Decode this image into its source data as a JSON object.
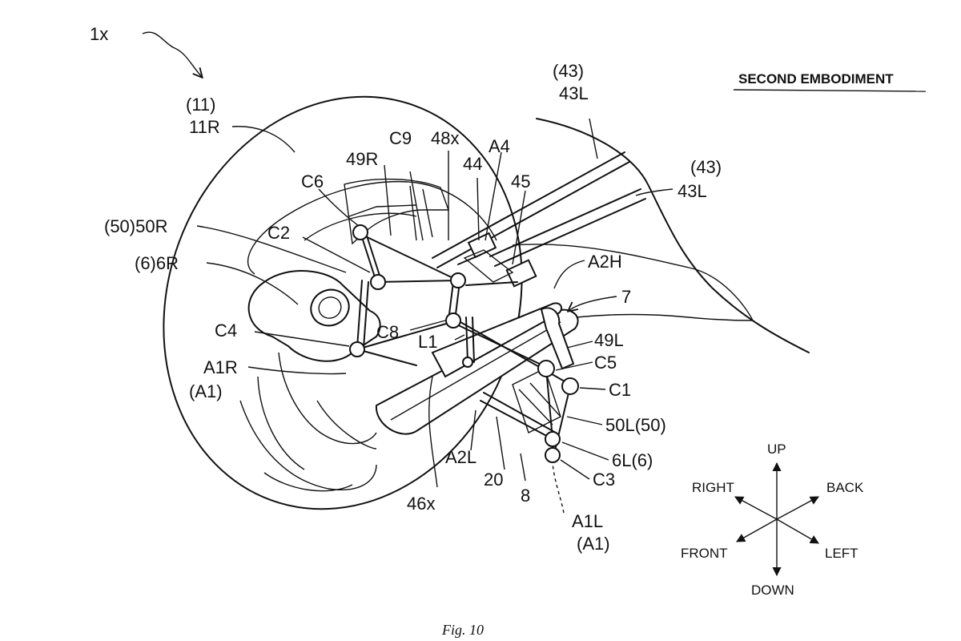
{
  "figure": {
    "caption": "Fig. 10",
    "heading": "SECOND EMBODIMENT"
  },
  "labels": {
    "ref_1x": "1x",
    "tire_group": "(11)",
    "tire_11r": "11R",
    "c9": "C9",
    "r48x": "48x",
    "a4": "A4",
    "r49r": "49R",
    "r44": "44",
    "r45": "45",
    "c6": "C6",
    "r50r": "(50)50R",
    "c2": "C2",
    "r6r": "(6)6R",
    "c4": "C4",
    "c8": "C8",
    "l1": "L1",
    "a1r": "A1R",
    "a1_paren_r": "(A1)",
    "a2h": "A2H",
    "r7": "7",
    "r49l": "49L",
    "c5": "C5",
    "c1": "C1",
    "r50l": "50L(50)",
    "r6l": "6L(6)",
    "c3": "C3",
    "a2l": "A2L",
    "r20": "20",
    "r8": "8",
    "r46x": "46x",
    "a1l": "A1L",
    "a1_paren_l": "(A1)",
    "r43_top_group": "(43)",
    "r43_top": "43L",
    "r43_right_group": "(43)",
    "r43_right": "43L"
  },
  "compass": {
    "up": "UP",
    "down": "DOWN",
    "right": "RIGHT",
    "back": "BACK",
    "front": "FRONT",
    "left": "LEFT"
  }
}
